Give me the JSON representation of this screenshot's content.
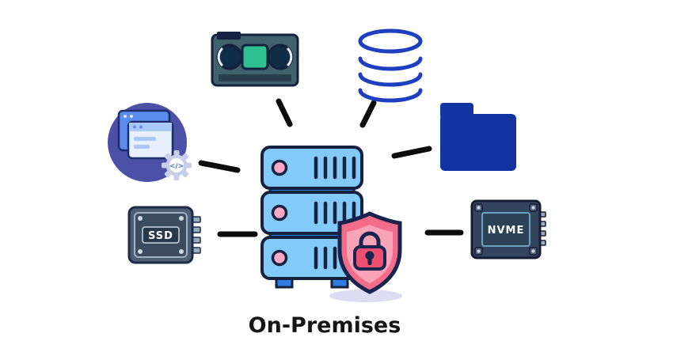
{
  "diagram": {
    "caption": "On-Premises",
    "labels": {
      "ssd": "SSD",
      "nvme": "NVME",
      "code_glyph": "</>"
    },
    "nodes": [
      {
        "id": "vhs-tape",
        "position": "top-left"
      },
      {
        "id": "database",
        "position": "top-right"
      },
      {
        "id": "web-development",
        "position": "left"
      },
      {
        "id": "folder",
        "position": "right"
      },
      {
        "id": "ssd",
        "position": "bottom-left",
        "label": "SSD"
      },
      {
        "id": "nvme",
        "position": "bottom-right",
        "label": "NVME"
      },
      {
        "id": "server-with-security-shield",
        "position": "center"
      }
    ],
    "colors": {
      "server_blue": "#82cbf8",
      "server_strip_blue": "#2e7de5",
      "outline_navy": "#16213f",
      "shield_pink": "#f26d89",
      "shield_inner_pink": "#f9a3b6",
      "lock_red": "#ee4f70",
      "dot_pink": "#f9a9c6",
      "folder_blue": "#1233a2",
      "database_blue": "#1d3fc0",
      "tape_green": "#2ec08e",
      "tape_body": "#41616d",
      "webdev_purple": "#4b51a7",
      "chip_gray": "#45586b",
      "connector_black": "#0c0c0c"
    }
  }
}
